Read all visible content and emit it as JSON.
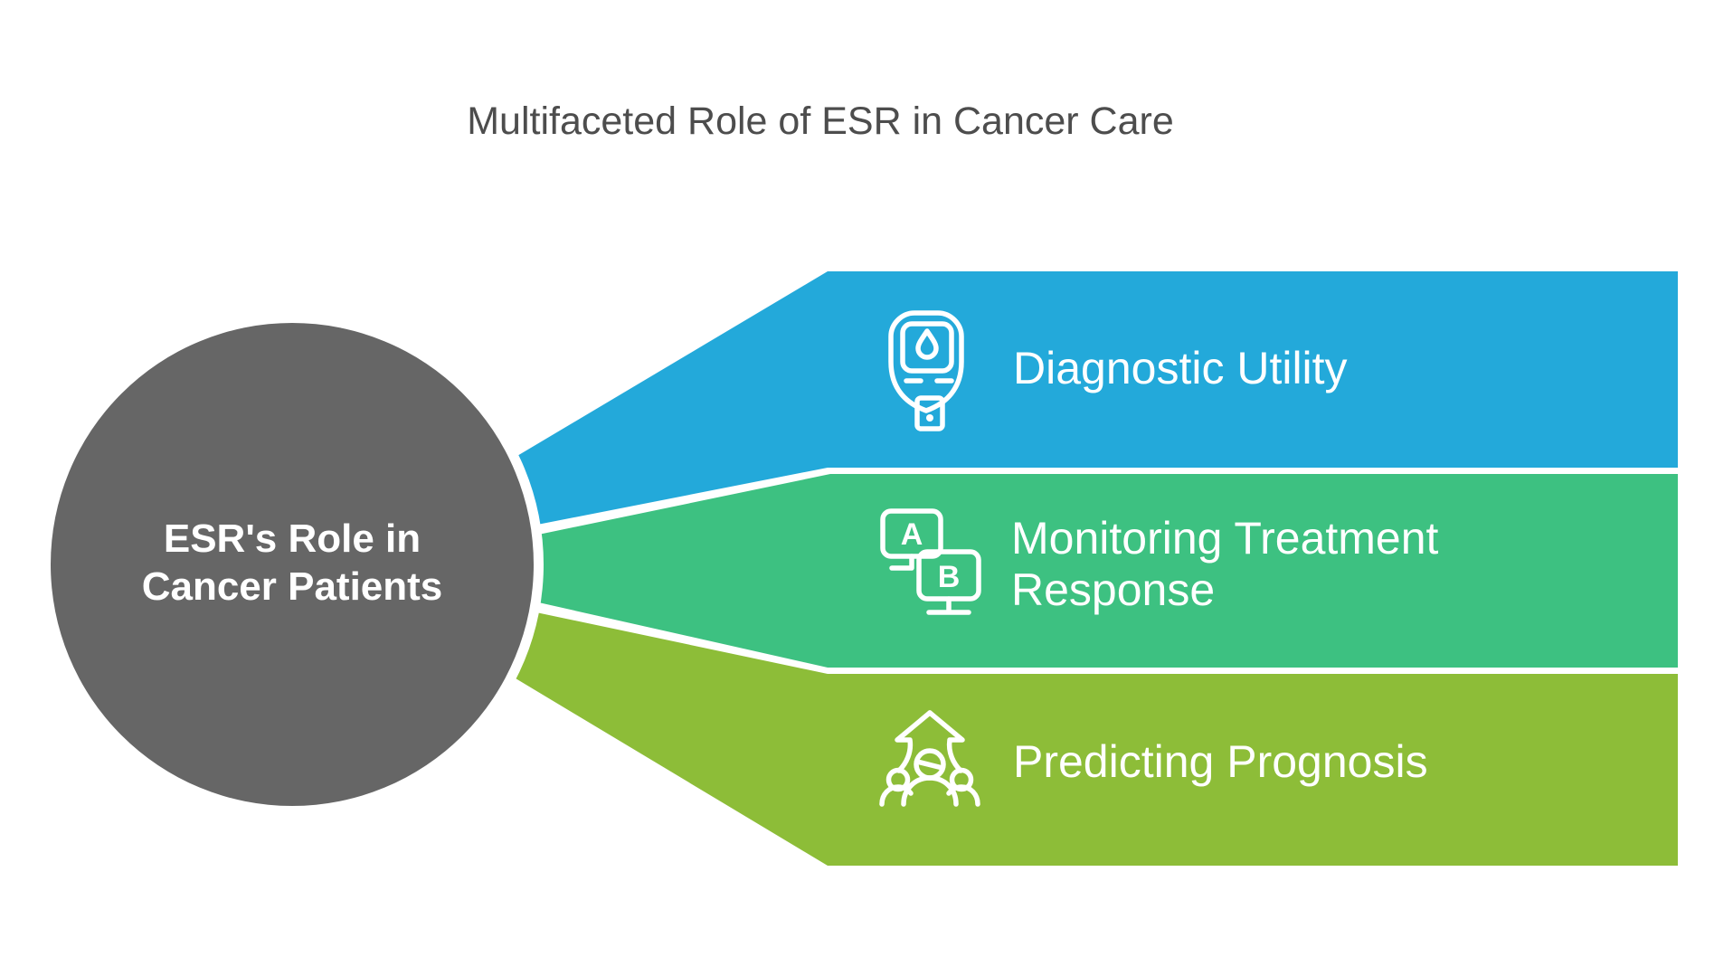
{
  "title": "Multifaceted Role of ESR in Cancer Care",
  "center_circle": {
    "line1": "ESR's Role in",
    "line2": "Cancer Patients",
    "color": "#666666"
  },
  "colors": {
    "background": "#FFFFFF",
    "title_text": "#4D4D4D",
    "band_label_text": "#FFFFFF",
    "icon_stroke": "#FFFFFF"
  },
  "bands": [
    {
      "label": "Diagnostic Utility",
      "color": "#23A9DA",
      "icon": "glucose-meter-icon"
    },
    {
      "label_line1": "Monitoring Treatment",
      "label_line2": "Response",
      "color": "#3DC181",
      "icon": "ab-comparison-icon",
      "icon_letter_a": "A",
      "icon_letter_b": "B"
    },
    {
      "label": "Predicting Prognosis",
      "color": "#8DBD38",
      "icon": "people-growth-arrow-icon"
    }
  ]
}
